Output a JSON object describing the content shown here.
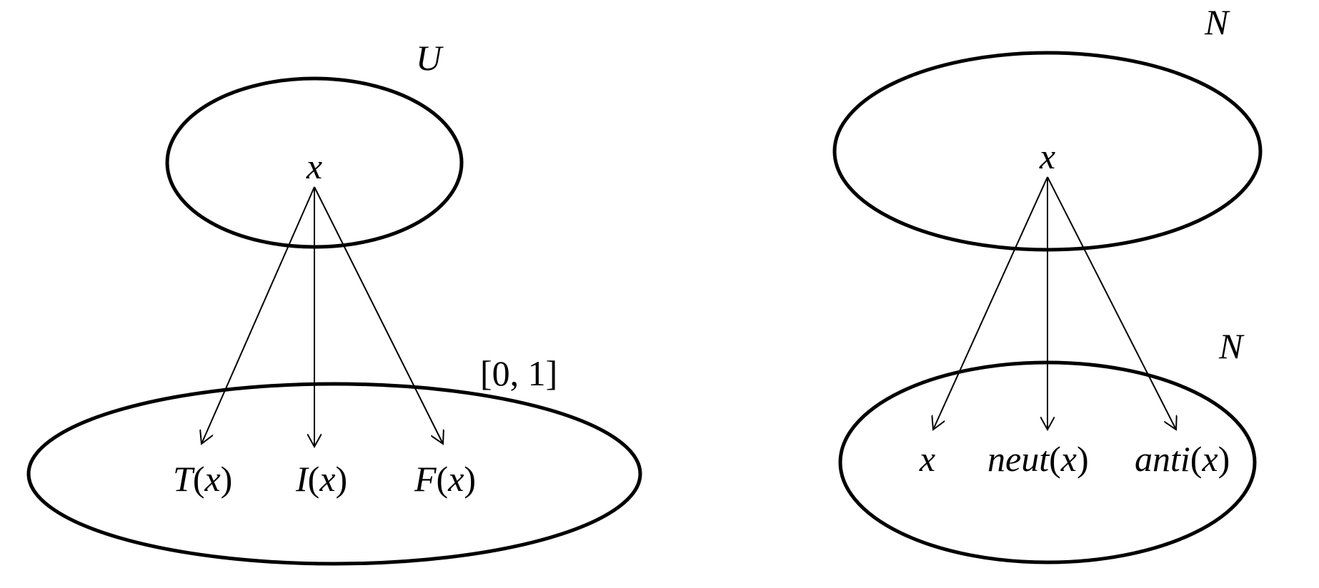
{
  "left_diagram": {
    "top_set_label": "U",
    "element": "x",
    "bottom_set_label": "[0, 1]",
    "images": [
      {
        "func": "T",
        "paren_open": "(",
        "arg": "x",
        "paren_close": ")"
      },
      {
        "func": "I",
        "paren_open": "(",
        "arg": "x",
        "paren_close": ")"
      },
      {
        "func": "F",
        "paren_open": "(",
        "arg": "x",
        "paren_close": ")"
      }
    ]
  },
  "right_diagram": {
    "top_set_label": "N",
    "element": "x",
    "bottom_set_label": "N",
    "images": [
      {
        "func": "x",
        "paren_open": "",
        "arg": "",
        "paren_close": ""
      },
      {
        "func": "neut",
        "paren_open": "(",
        "arg": "x",
        "paren_close": ")"
      },
      {
        "func": "anti",
        "paren_open": "(",
        "arg": "x",
        "paren_close": ")"
      }
    ]
  }
}
